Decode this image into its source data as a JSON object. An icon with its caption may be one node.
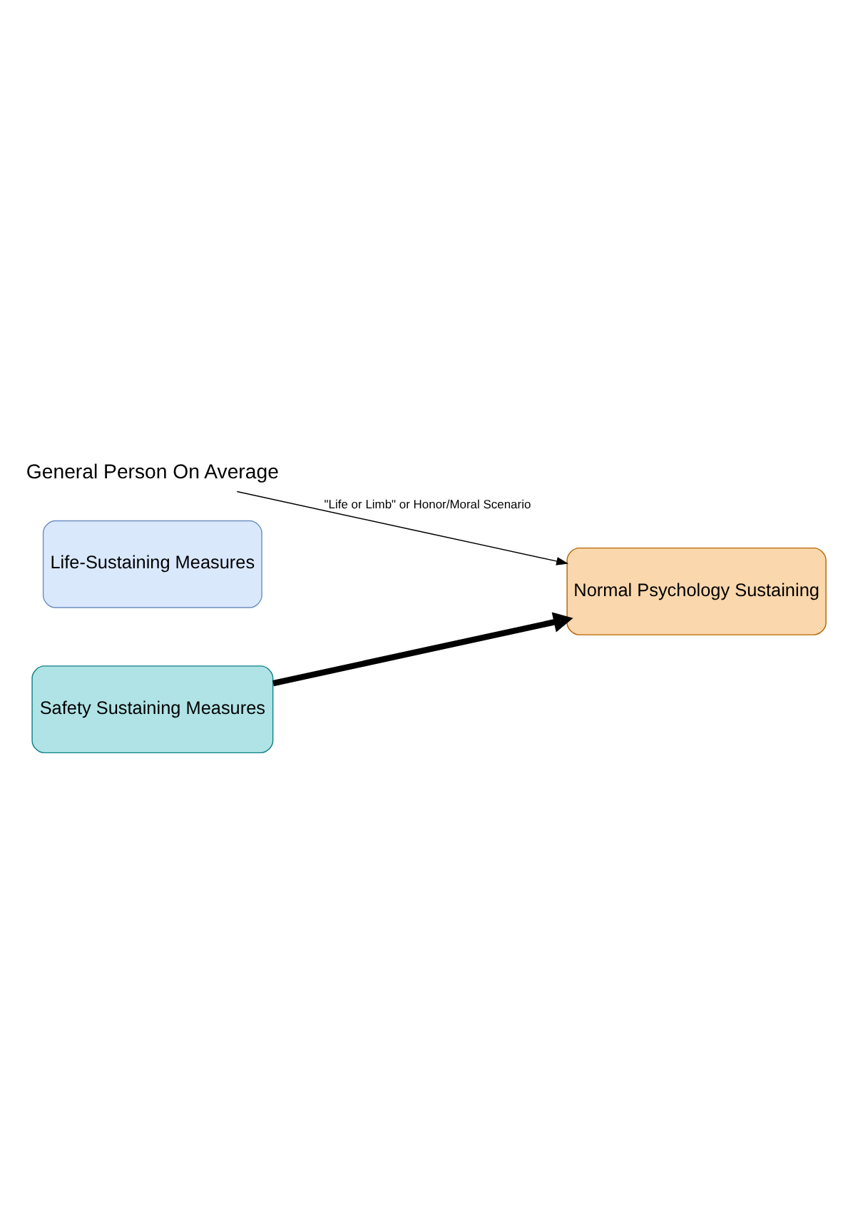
{
  "diagram": {
    "nodes": [
      {
        "text": [
          "General Person On Average"
        ]
      },
      {
        "text": [
          "Life-Sustaining Measures"
        ]
      },
      {
        "text": [
          "Safety Sustaining Measures"
        ]
      },
      {
        "text": [
          "Normal Psychology Sustaining"
        ]
      }
    ],
    "edges": [
      {
        "from": 2,
        "to": 3,
        "arrow": "to",
        "style": "thick"
      },
      {
        "from": 0,
        "to": 3,
        "arrow": "to",
        "label": "\"Life or Limb\" or Honor/Moral Scenario"
      }
    ]
  }
}
